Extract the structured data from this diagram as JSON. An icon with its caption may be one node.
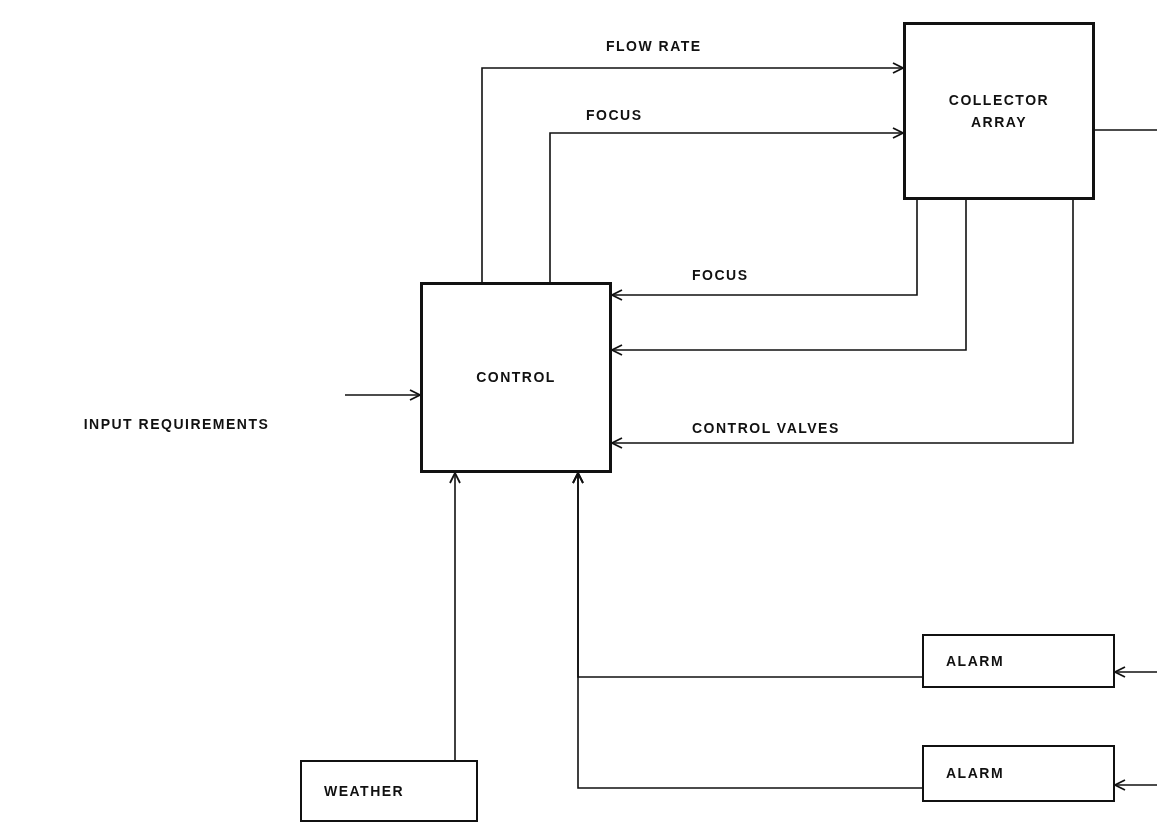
{
  "diagram": {
    "nodes": [
      {
        "text": [
          "COLLECTOR ARRAY"
        ]
      },
      {
        "text": [
          "CONTROL"
        ]
      },
      {
        "text": [
          "INPUT REQUIREMENTS"
        ]
      },
      {
        "text": [
          "ALARM"
        ]
      },
      {
        "text": [
          "ALARM"
        ]
      },
      {
        "text": [
          "WEATHER"
        ]
      }
    ],
    "edges": [
      {
        "from": 1,
        "to": 0,
        "arrow": "to",
        "label": "FLOW RATE"
      },
      {
        "from": 1,
        "to": 0,
        "arrow": "to",
        "label": "FOCUS"
      },
      {
        "from": 0,
        "to": 1,
        "arrow": "to",
        "label": "FOCUS"
      },
      {
        "from": 0,
        "to": 1,
        "arrow": "to"
      },
      {
        "from": 0,
        "to": 1,
        "arrow": "to",
        "label": "CONTROL VALVES"
      },
      {
        "from": 2,
        "to": 1,
        "arrow": "to"
      },
      {
        "from": 5,
        "to": 1,
        "arrow": "to"
      },
      {
        "from": 3,
        "to": 1,
        "arrow": "to"
      },
      {
        "from": 4,
        "to": 1,
        "arrow": "to"
      },
      {
        "from": 0,
        "to": null,
        "arrow": "none"
      },
      {
        "from": null,
        "to": 3,
        "arrow": "to"
      },
      {
        "from": null,
        "to": 4,
        "arrow": "to"
      }
    ]
  }
}
